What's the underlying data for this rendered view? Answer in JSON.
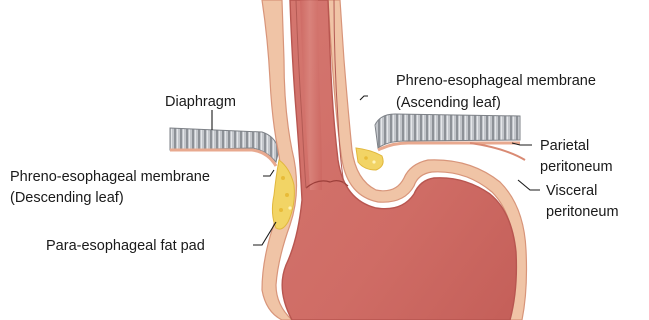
{
  "labels": {
    "diaphragm": "Diaphragm",
    "pem_ascending_1": "Phreno-esophageal membrane",
    "pem_ascending_2": "(Ascending leaf)",
    "pem_descending_1": "Phreno-esophageal membrane",
    "pem_descending_2": "(Descending leaf)",
    "parietal_1": "Parietal",
    "parietal_2": "peritoneum",
    "visceral_1": "Visceral",
    "visceral_2": "peritoneum",
    "fat_pad": "Para-esophageal fat pad"
  },
  "colors": {
    "organ": "#d9837c",
    "organ_wall": "#c9605a",
    "membrane": "#f0bf9b",
    "fat": "#f1d55e",
    "diaphragm": "#bfc2c7",
    "lumen_line": "#9c3f3a"
  }
}
